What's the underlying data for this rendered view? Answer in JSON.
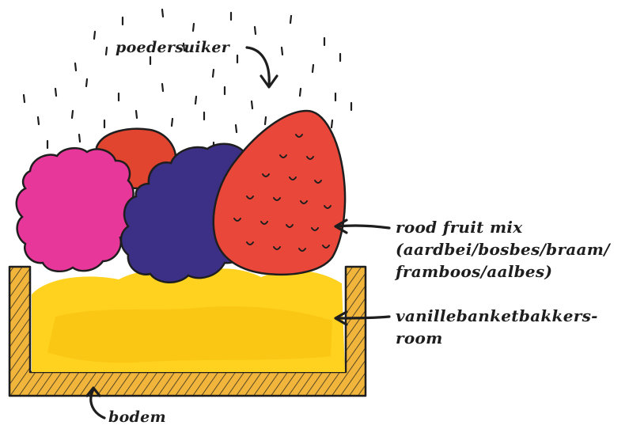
{
  "labels": {
    "powdered_sugar": "poedersuiker",
    "fruit_mix": [
      "rood fruit mix",
      "(aardbei/bosbes/braam/",
      "framboos/aalbes)"
    ],
    "cream": [
      "vanillebanketbakkers-",
      "room"
    ],
    "base": "bodem"
  },
  "colors": {
    "ink": "#1e1e1e",
    "raspberry": "#e8379a",
    "blueberry": "#3b2f86",
    "strawberry": "#e8473a",
    "redcurrant": "#e2452f",
    "cream": "#ffd21f",
    "crust": "#f0b53a"
  }
}
